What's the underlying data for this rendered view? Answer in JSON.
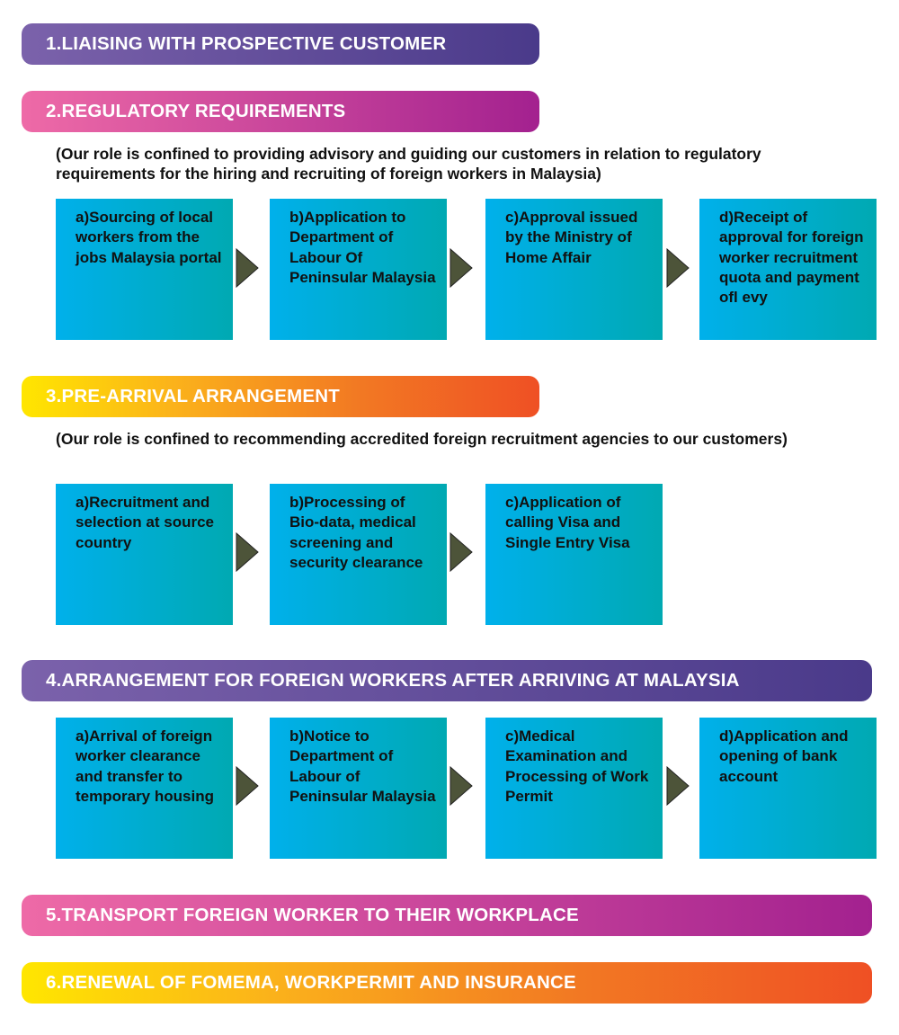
{
  "sections": [
    {
      "title": "1.LIAISING WITH PROSPECTIVE CUSTOMER"
    },
    {
      "title": "2.REGULATORY REQUIREMENTS",
      "note": "(Our role is confined to providing advisory and guiding our customers in relation to regulatory requirements for the hiring and recruiting of foreign workers in Malaysia)",
      "steps": [
        {
          "label": "a)Sourcing of local workers from the jobs Malaysia portal"
        },
        {
          "label": "b)Application to Department of Labour Of Peninsular Malaysia"
        },
        {
          "label": "c)Approval issued by the Ministry of Home Affair"
        },
        {
          "label": "d)Receipt of approval for foreign worker recruitment quota and payment ofl evy"
        }
      ]
    },
    {
      "title": "3.PRE-ARRIVAL ARRANGEMENT",
      "note": "(Our role is confined to recommending accredited foreign recruitment agencies to our customers)",
      "steps": [
        {
          "label": "a)Recruitment and selection at source country"
        },
        {
          "label": "b)Processing of Bio-data, medical screening and security clearance"
        },
        {
          "label": "c)Application of calling Visa and Single Entry Visa"
        }
      ]
    },
    {
      "title": "4.ARRANGEMENT FOR FOREIGN WORKERS AFTER ARRIVING AT MALAYSIA",
      "steps": [
        {
          "label": "a)Arrival of foreign worker clearance and transfer to temporary housing"
        },
        {
          "label": "b)Notice to Department of Labour of Peninsular Malaysia"
        },
        {
          "label": "c)Medical Examination and Processing of Work Permit"
        },
        {
          "label": "d)Application and opening of bank account"
        }
      ]
    },
    {
      "title": "5.TRANSPORT FOREIGN WORKER TO THEIR WORKPLACE"
    },
    {
      "title": "6.RENEWAL OF FOMEMA, WORKPERMIT AND INSURANCE"
    }
  ],
  "colors": {
    "step_box_start": "#00b0eb",
    "step_box_end": "#00a9b2",
    "arrow_fill": "#4d5439",
    "purple_start": "#7b62ab",
    "purple_end": "#4a3a8a",
    "pink_start": "#ee6aa7",
    "pink_end": "#a3218f",
    "orange_start": "#ffe600",
    "orange_end": "#ef5024"
  }
}
